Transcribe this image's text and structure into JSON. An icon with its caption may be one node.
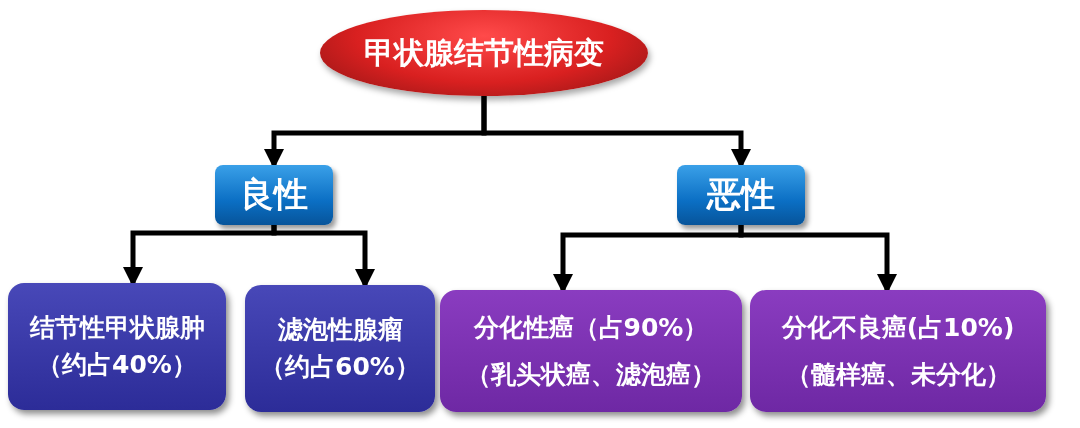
{
  "diagram": {
    "nodes": [
      {
        "text": [
          "甲状腺结节性病变"
        ]
      },
      {
        "text": [
          "良性"
        ]
      },
      {
        "text": [
          "恶性"
        ]
      },
      {
        "text": [
          "结节性甲状腺肿",
          "（约占40%）"
        ]
      },
      {
        "text": [
          "滤泡性腺瘤",
          "（约占60%）"
        ]
      },
      {
        "text": [
          "分化性癌（占90%）",
          "（乳头状癌、滤泡癌）"
        ]
      },
      {
        "text": [
          "分化不良癌(占10%)",
          "（髓样癌、未分化）"
        ]
      }
    ],
    "edges": [
      {
        "from": 0,
        "to": 1,
        "arrow": "to"
      },
      {
        "from": 0,
        "to": 2,
        "arrow": "to"
      },
      {
        "from": 1,
        "to": 3,
        "arrow": "to"
      },
      {
        "from": 1,
        "to": 4,
        "arrow": "to"
      },
      {
        "from": 2,
        "to": 5,
        "arrow": "to"
      },
      {
        "from": 2,
        "to": 6,
        "arrow": "to"
      }
    ]
  }
}
